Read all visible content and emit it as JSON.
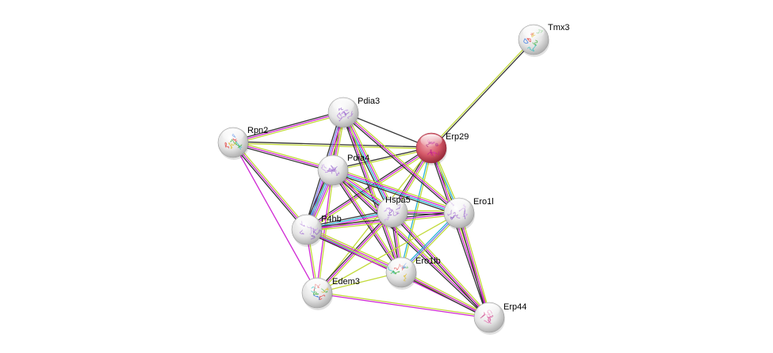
{
  "network": {
    "title": "Erp29 protein interaction network",
    "colors": {
      "black": "#333333",
      "green": "#c2da3a",
      "magenta": "#d028d4",
      "cyan": "#27b3d6",
      "blue": "#7878e8",
      "query_node": "#d84a5c",
      "node": "#e2e2e2"
    },
    "nodes": [
      {
        "id": "Tmx3",
        "label": "Tmx3",
        "query": false,
        "structure": "rainbow"
      },
      {
        "id": "Erp29",
        "label": "Erp29",
        "query": true,
        "structure": "magenta"
      },
      {
        "id": "Pdia3",
        "label": "Pdia3",
        "query": false,
        "structure": "purple"
      },
      {
        "id": "Rpn2",
        "label": "Rpn2",
        "query": false,
        "structure": "rainbow"
      },
      {
        "id": "Pdia4",
        "label": "Pdia4",
        "query": false,
        "structure": "purple"
      },
      {
        "id": "Hspa5",
        "label": "Hspa5",
        "query": false,
        "structure": "purple"
      },
      {
        "id": "Ero1l",
        "label": "Ero1l",
        "query": false,
        "structure": "purple"
      },
      {
        "id": "P4hb",
        "label": "P4hb",
        "query": false,
        "structure": "purple"
      },
      {
        "id": "Ero1lb",
        "label": "Ero1lb",
        "query": false,
        "structure": "rainbow"
      },
      {
        "id": "Edem3",
        "label": "Edem3",
        "query": false,
        "structure": "rainbow"
      },
      {
        "id": "Erp44",
        "label": "Erp44",
        "query": false,
        "structure": "pink"
      }
    ],
    "edges": [
      {
        "a": "Erp29",
        "b": "Tmx3",
        "types": [
          "green",
          "black"
        ]
      },
      {
        "a": "Erp29",
        "b": "Pdia3",
        "types": [
          "black"
        ]
      },
      {
        "a": "Erp29",
        "b": "Rpn2",
        "types": [
          "green",
          "black"
        ]
      },
      {
        "a": "Erp29",
        "b": "Pdia4",
        "types": [
          "green",
          "black"
        ]
      },
      {
        "a": "Erp29",
        "b": "Hspa5",
        "types": [
          "green",
          "magenta",
          "black"
        ]
      },
      {
        "a": "Erp29",
        "b": "Ero1l",
        "types": [
          "green",
          "cyan",
          "black"
        ]
      },
      {
        "a": "Erp29",
        "b": "P4hb",
        "types": [
          "green",
          "magenta",
          "black"
        ]
      },
      {
        "a": "Erp29",
        "b": "Ero1lb",
        "types": [
          "green",
          "cyan"
        ]
      },
      {
        "a": "Erp29",
        "b": "Edem3",
        "types": [
          "green"
        ]
      },
      {
        "a": "Erp29",
        "b": "Erp44",
        "types": [
          "green",
          "magenta",
          "black"
        ]
      },
      {
        "a": "Pdia3",
        "b": "Rpn2",
        "types": [
          "green",
          "magenta",
          "black"
        ]
      },
      {
        "a": "Pdia3",
        "b": "Pdia4",
        "types": [
          "green",
          "magenta",
          "black"
        ]
      },
      {
        "a": "Pdia3",
        "b": "Hspa5",
        "types": [
          "green",
          "magenta",
          "cyan",
          "black"
        ]
      },
      {
        "a": "Pdia3",
        "b": "Ero1l",
        "types": [
          "green",
          "magenta",
          "black"
        ]
      },
      {
        "a": "Pdia3",
        "b": "P4hb",
        "types": [
          "green",
          "magenta",
          "blue",
          "black"
        ]
      },
      {
        "a": "Pdia3",
        "b": "Ero1lb",
        "types": [
          "green",
          "magenta",
          "black"
        ]
      },
      {
        "a": "Rpn2",
        "b": "Pdia4",
        "types": [
          "green",
          "magenta",
          "black"
        ]
      },
      {
        "a": "Rpn2",
        "b": "P4hb",
        "types": [
          "green",
          "magenta",
          "black"
        ]
      },
      {
        "a": "Rpn2",
        "b": "Edem3",
        "types": [
          "magenta"
        ]
      },
      {
        "a": "Pdia4",
        "b": "Hspa5",
        "types": [
          "green",
          "magenta",
          "cyan",
          "black"
        ]
      },
      {
        "a": "Pdia4",
        "b": "Ero1l",
        "types": [
          "green",
          "magenta",
          "cyan",
          "black"
        ]
      },
      {
        "a": "Pdia4",
        "b": "P4hb",
        "types": [
          "green",
          "magenta",
          "blue",
          "cyan",
          "black"
        ]
      },
      {
        "a": "Pdia4",
        "b": "Ero1lb",
        "types": [
          "green",
          "magenta",
          "black"
        ]
      },
      {
        "a": "Pdia4",
        "b": "Edem3",
        "types": [
          "green",
          "magenta"
        ]
      },
      {
        "a": "Pdia4",
        "b": "Erp44",
        "types": [
          "green",
          "magenta",
          "black"
        ]
      },
      {
        "a": "Hspa5",
        "b": "Ero1l",
        "types": [
          "green",
          "magenta",
          "black"
        ]
      },
      {
        "a": "Hspa5",
        "b": "P4hb",
        "types": [
          "green",
          "magenta",
          "cyan",
          "black"
        ]
      },
      {
        "a": "Hspa5",
        "b": "Ero1lb",
        "types": [
          "green",
          "magenta",
          "black"
        ]
      },
      {
        "a": "Hspa5",
        "b": "Edem3",
        "types": [
          "green",
          "magenta",
          "black"
        ]
      },
      {
        "a": "Hspa5",
        "b": "Erp44",
        "types": [
          "green",
          "magenta",
          "black"
        ]
      },
      {
        "a": "Ero1l",
        "b": "P4hb",
        "types": [
          "green",
          "magenta",
          "black"
        ]
      },
      {
        "a": "Ero1l",
        "b": "Ero1lb",
        "types": [
          "green",
          "blue",
          "cyan"
        ]
      },
      {
        "a": "Ero1l",
        "b": "Edem3",
        "types": [
          "green"
        ]
      },
      {
        "a": "Ero1l",
        "b": "Erp44",
        "types": [
          "green",
          "magenta",
          "black"
        ]
      },
      {
        "a": "P4hb",
        "b": "Ero1lb",
        "types": [
          "green",
          "magenta",
          "cyan",
          "black"
        ]
      },
      {
        "a": "P4hb",
        "b": "Edem3",
        "types": [
          "green",
          "magenta"
        ]
      },
      {
        "a": "P4hb",
        "b": "Erp44",
        "types": [
          "green",
          "magenta"
        ]
      },
      {
        "a": "Ero1lb",
        "b": "Edem3",
        "types": [
          "green"
        ]
      },
      {
        "a": "Ero1lb",
        "b": "Erp44",
        "types": [
          "green",
          "magenta",
          "black"
        ]
      },
      {
        "a": "Edem3",
        "b": "Erp44",
        "types": [
          "green",
          "magenta"
        ]
      }
    ]
  }
}
